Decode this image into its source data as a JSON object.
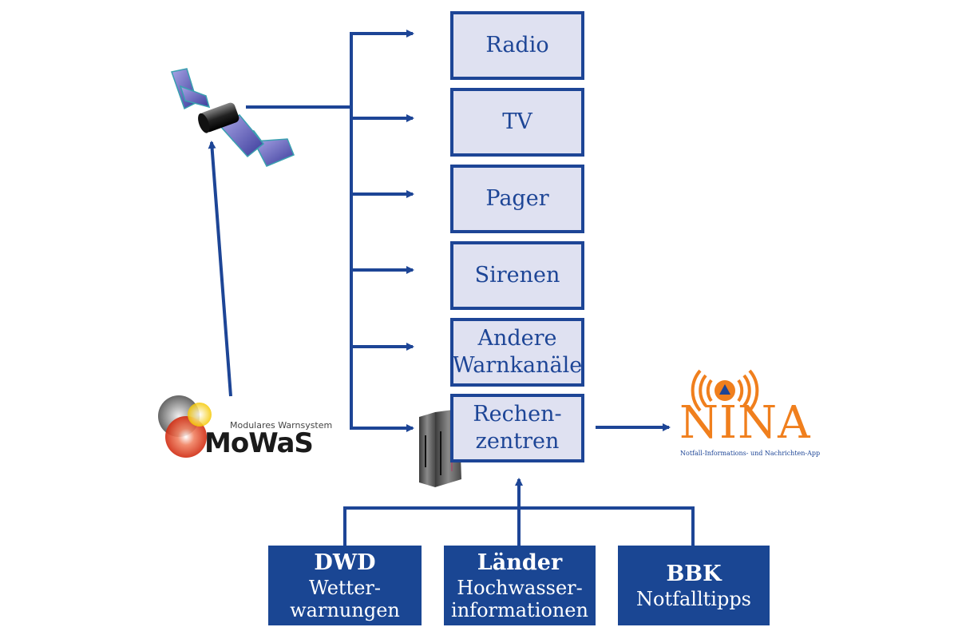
{
  "colors": {
    "primary_blue": "#1d4596",
    "box_fill": "#dfe1f1",
    "source_fill": "#1a4693",
    "nina_orange": "#f07f1d"
  },
  "channels": [
    {
      "label": "Radio"
    },
    {
      "label": "TV"
    },
    {
      "label": "Pager"
    },
    {
      "label": "Sirenen"
    },
    {
      "label": "Andere Warnkanäle",
      "lines": [
        "Andere",
        "Warnkanäle"
      ]
    },
    {
      "label": "Rechenzentren",
      "lines": [
        "Rechen-",
        "zentren"
      ]
    }
  ],
  "sources": [
    {
      "title": "DWD",
      "lines": [
        "Wetter-",
        "warnungen"
      ]
    },
    {
      "title": "Länder",
      "lines": [
        "Hochwasser-",
        "informationen"
      ]
    },
    {
      "title": "BBK",
      "lines": [
        "Notfalltipps"
      ]
    }
  ],
  "mowas": {
    "subtitle": "Modulares Warnsystem",
    "title": "MoWaS",
    "icon": "mowas-circles-logo"
  },
  "nina": {
    "title": "NINA",
    "subtitle": "Notfall-Informations- und Nachrichten-App",
    "icon": "broadcast-triangle-icon"
  },
  "icons": {
    "satellite": "satellite-icon",
    "server": "server-rack-icon"
  }
}
